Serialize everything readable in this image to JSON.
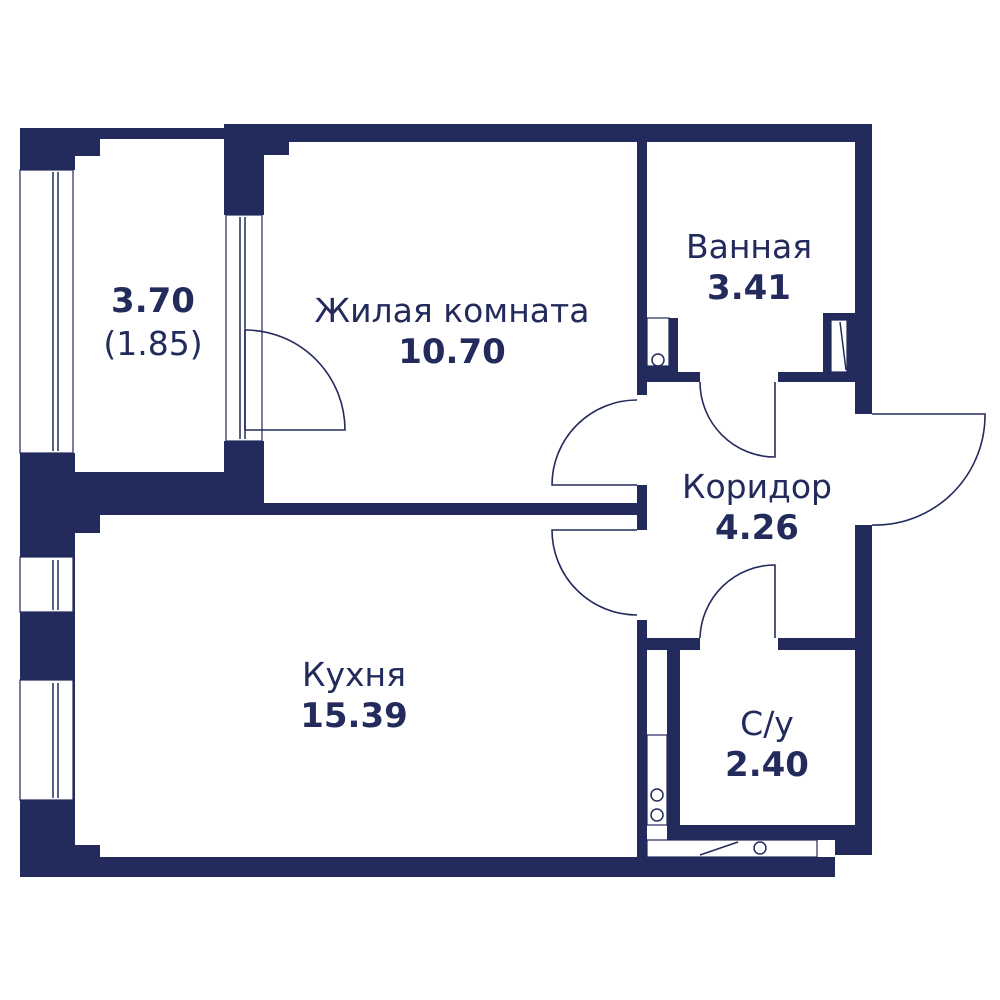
{
  "colors": {
    "wall": "#232a5c",
    "background": "#ffffff"
  },
  "rooms": {
    "balcony": {
      "area": "3.70",
      "reduced_area": "(1.85)"
    },
    "living": {
      "name": "Жилая комната",
      "area": "10.70"
    },
    "bath": {
      "name": "Ванная",
      "area": "3.41"
    },
    "corridor": {
      "name": "Коридор",
      "area": "4.26"
    },
    "kitchen": {
      "name": "Кухня",
      "area": "15.39"
    },
    "wc": {
      "name": "С/у",
      "area": "2.40"
    }
  }
}
